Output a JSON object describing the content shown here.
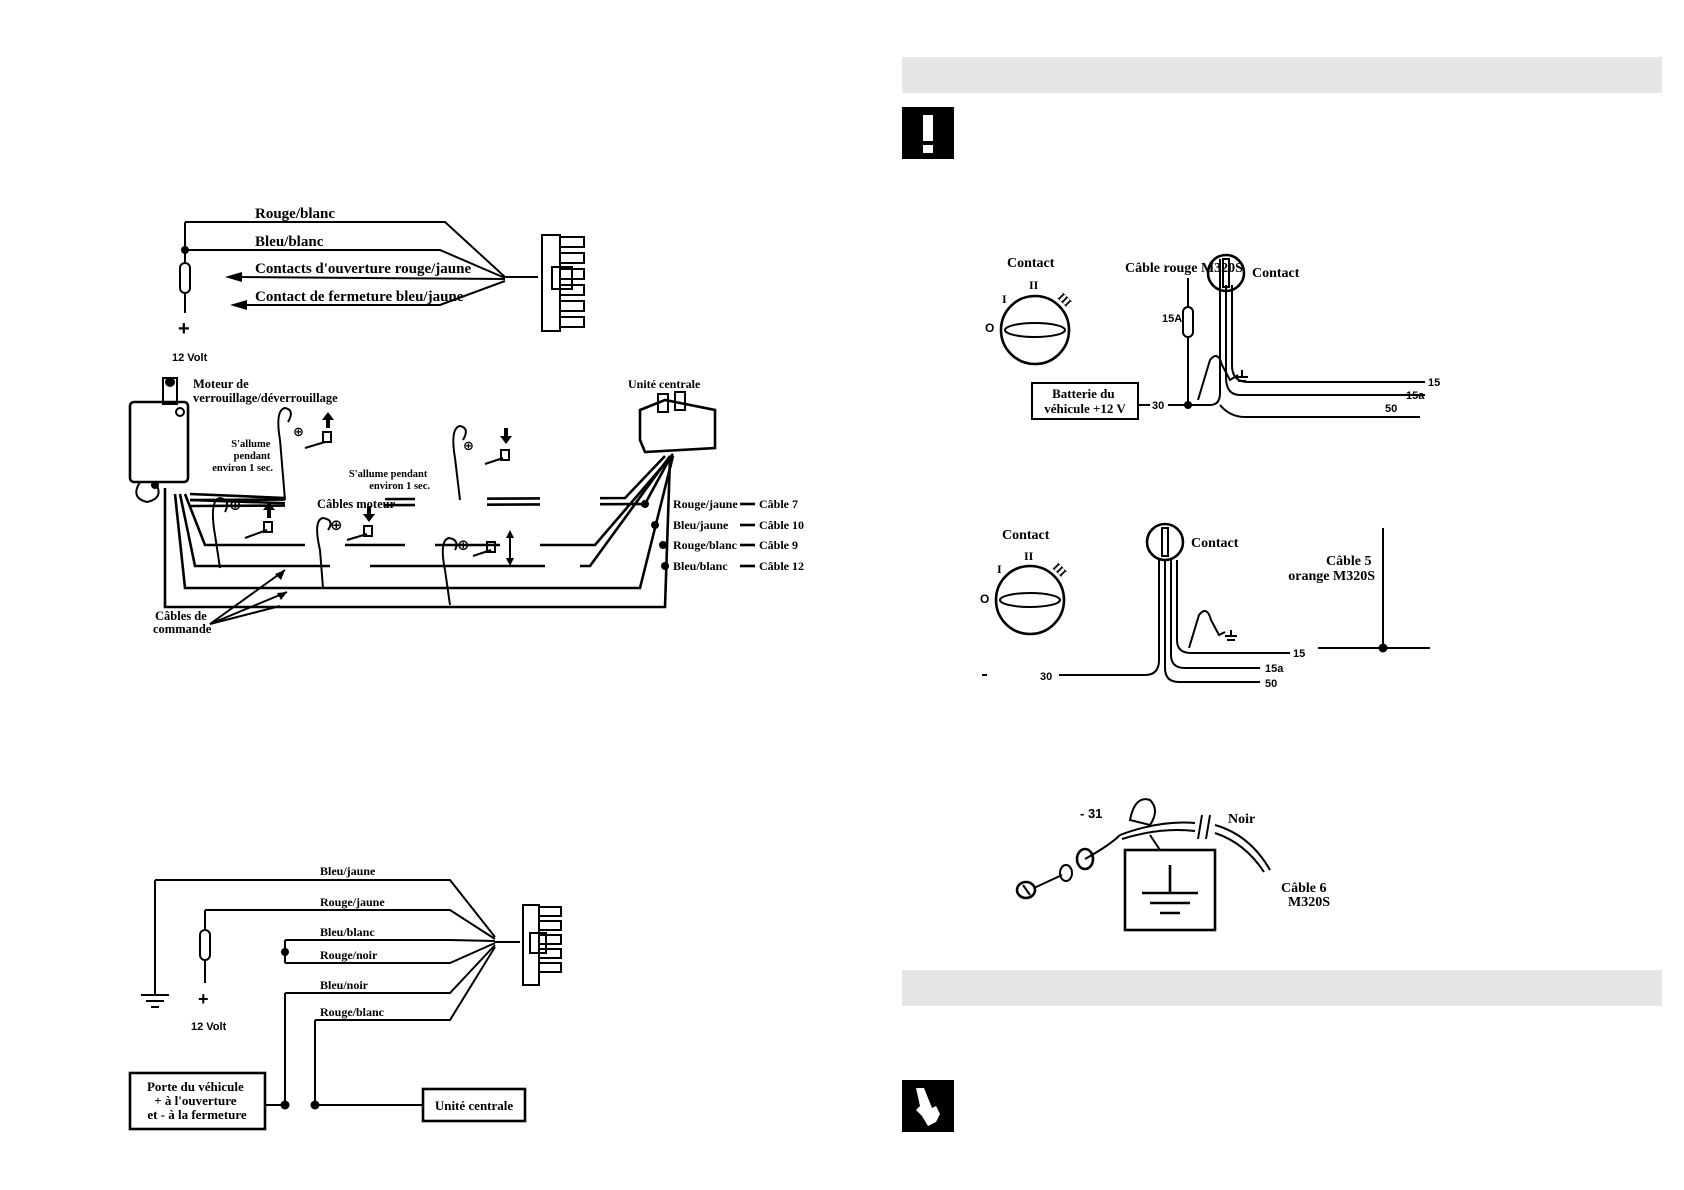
{
  "top_connector": {
    "wires": [
      "Rouge/blanc",
      "Bleu/blanc",
      "Contacts d'ouverture rouge/jaune",
      "Contact de fermeture bleu/jaune"
    ],
    "power_label": "12 Volt"
  },
  "motor_diagram": {
    "motor_label": "Moteur de verrouillage/déverrouillage",
    "central_unit_label": "Unité centrale",
    "lights_up_1": "S'allume pendant environ 1 sec.",
    "lights_up_2": "S'allume pendant environ 1 sec.",
    "motor_cables": "Câbles moteur",
    "command_cables": "Câbles de commande",
    "connections": [
      {
        "color": "Rouge/jaune",
        "cable": "Câble 7"
      },
      {
        "color": "Bleu/jaune",
        "cable": "Câble 10"
      },
      {
        "color": "Rouge/blanc",
        "cable": "Câble 9"
      },
      {
        "color": "Bleu/blanc",
        "cable": "Câble 12"
      }
    ]
  },
  "door_diagram": {
    "wires": [
      "Bleu/jaune",
      "Rouge/jaune",
      "Bleu/blanc",
      "Rouge/noir",
      "Bleu/noir",
      "Rouge/blanc"
    ],
    "power_label": "12 Volt",
    "door_box": [
      "Porte du véhicule",
      "+ à l'ouverture",
      "et - à la fermeture"
    ],
    "central_box": "Unité centrale"
  },
  "ignition_1": {
    "switch_label": "Contact",
    "positions": [
      "O",
      "I",
      "II",
      "III"
    ],
    "cable_label": "Câble rouge M320S",
    "fuse_label": "15A",
    "contact_label": "Contact",
    "battery_label": [
      "Batterie du",
      "véhicule +12 V"
    ],
    "terminals": [
      "30",
      "15",
      "15a",
      "50"
    ]
  },
  "ignition_2": {
    "switch_label": "Contact",
    "positions": [
      "O",
      "I",
      "II",
      "III"
    ],
    "contact_label": "Contact",
    "cable_label": [
      "Câble 5",
      "orange M320S"
    ],
    "terminals": [
      "30",
      "15",
      "15a",
      "50"
    ]
  },
  "ground": {
    "terminal_label": "- 31",
    "wire_label": "Noir",
    "cable_label": [
      "Câble 6",
      "M320S"
    ]
  }
}
